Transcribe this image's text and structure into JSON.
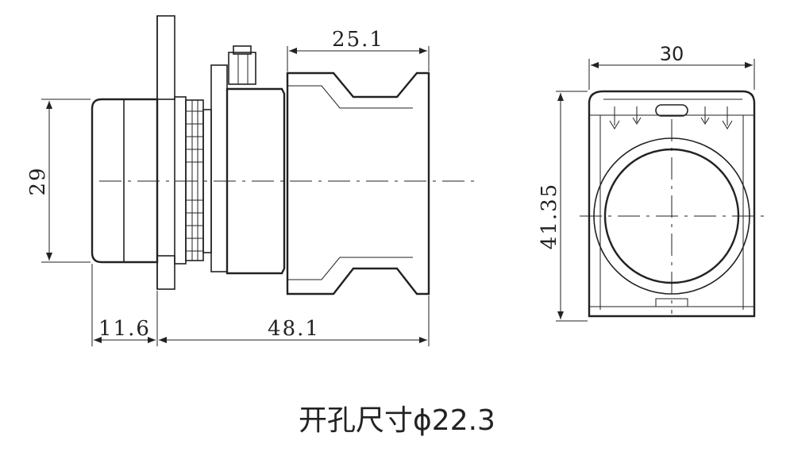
{
  "side_view": {
    "dim_top": "25.1",
    "dim_height": "29",
    "dim_front": "11.6",
    "dim_total": "48.1"
  },
  "front_view": {
    "dim_width": "30",
    "dim_height": "41.35"
  },
  "caption": "开孔尺寸ϕ22.3"
}
